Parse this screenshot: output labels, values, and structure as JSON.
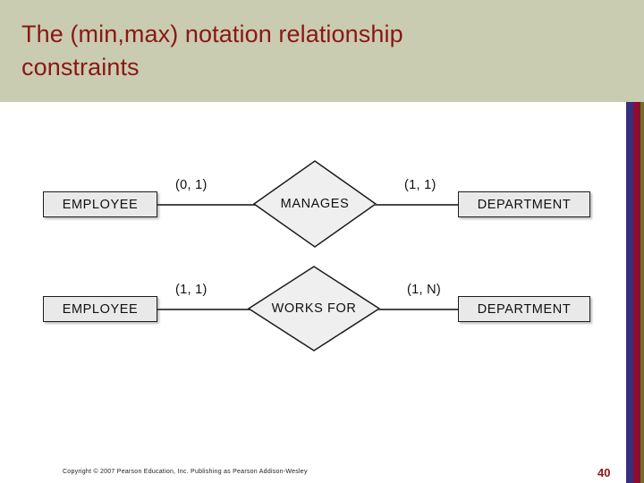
{
  "slide": {
    "title": "The (min,max) notation relationship\nconstraints",
    "title_color": "#8c1616",
    "title_band_color": "#c9ccb1",
    "background_color": "#ffffff"
  },
  "edge_stripes": [
    {
      "name": "blue-stripe",
      "color": "#37307d"
    },
    {
      "name": "red-stripe",
      "color": "#8c0d30"
    },
    {
      "name": "olive-stripe",
      "color": "#6e7225"
    }
  ],
  "diagram": {
    "type": "er-diagram",
    "notation": "(min, max)",
    "relationships": [
      {
        "left_entity": "EMPLOYEE",
        "left_constraint": "(0, 1)",
        "relationship": "MANAGES",
        "right_constraint": "(1, 1)",
        "right_entity": "DEPARTMENT"
      },
      {
        "left_entity": "EMPLOYEE",
        "left_constraint": "(1, 1)",
        "relationship": "WORKS FOR",
        "right_constraint": "(1, N)",
        "right_entity": "DEPARTMENT"
      }
    ]
  },
  "footer": {
    "copyright": "Copyright © 2007 Pearson Education, Inc. Publishing as Pearson Addison-Wesley",
    "page_number": "40"
  }
}
